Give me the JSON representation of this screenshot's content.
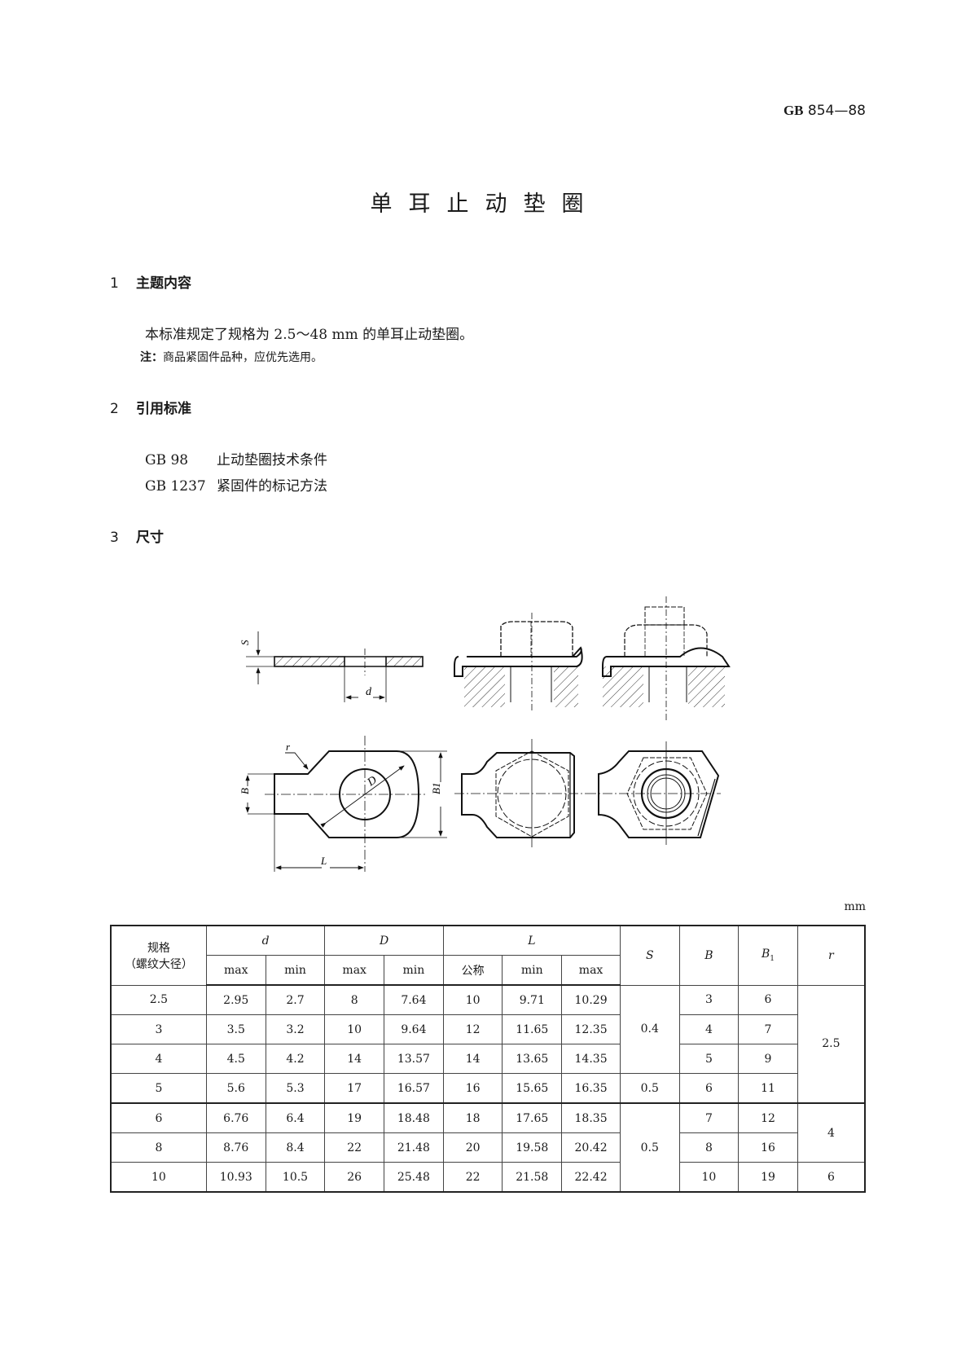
{
  "header": {
    "standard_prefix": "GB",
    "standard_number": "854—88"
  },
  "title": "单耳止动垫圈",
  "sections": [
    {
      "number": "1",
      "heading": "主题内容"
    },
    {
      "number": "2",
      "heading": "引用标准"
    },
    {
      "number": "3",
      "heading": "尺寸"
    }
  ],
  "scope": {
    "paragraph": "本标准规定了规格为 2.5～48 mm 的单耳止动垫圈。",
    "note_label": "注：",
    "note_text": "商品紧固件品种，应优先选用。"
  },
  "references": [
    {
      "code": "GB 98",
      "title": "止动垫圈技术条件"
    },
    {
      "code": "GB 1237",
      "title": "紧固件的标记方法"
    }
  ],
  "figure": {
    "labels": {
      "S": "S",
      "d": "d",
      "r": "r",
      "B": "B",
      "D": "D",
      "B1": "B1",
      "L": "L"
    }
  },
  "table": {
    "unit": "mm",
    "headers": {
      "spec_line1": "规格",
      "spec_line2": "（螺纹大径）",
      "d": "d",
      "D": "D",
      "L": "L",
      "S": "S",
      "B": "B",
      "B1_main": "B",
      "B1_sub": "1",
      "r": "r",
      "max": "max",
      "min": "min",
      "nominal": "公称"
    },
    "rows": [
      {
        "spec": "2.5",
        "d_max": "2.95",
        "d_min": "2.7",
        "D_max": "8",
        "D_min": "7.64",
        "L_nom": "10",
        "L_min": "9.71",
        "L_max": "10.29",
        "B": "3",
        "B1": "6"
      },
      {
        "spec": "3",
        "d_max": "3.5",
        "d_min": "3.2",
        "D_max": "10",
        "D_min": "9.64",
        "L_nom": "12",
        "L_min": "11.65",
        "L_max": "12.35",
        "B": "4",
        "B1": "7"
      },
      {
        "spec": "4",
        "d_max": "4.5",
        "d_min": "4.2",
        "D_max": "14",
        "D_min": "13.57",
        "L_nom": "14",
        "L_min": "13.65",
        "L_max": "14.35",
        "B": "5",
        "B1": "9"
      },
      {
        "spec": "5",
        "d_max": "5.6",
        "d_min": "5.3",
        "D_max": "17",
        "D_min": "16.57",
        "L_nom": "16",
        "L_min": "15.65",
        "L_max": "16.35",
        "B": "6",
        "B1": "11"
      },
      {
        "spec": "6",
        "d_max": "6.76",
        "d_min": "6.4",
        "D_max": "19",
        "D_min": "18.48",
        "L_nom": "18",
        "L_min": "17.65",
        "L_max": "18.35",
        "B": "7",
        "B1": "12"
      },
      {
        "spec": "8",
        "d_max": "8.76",
        "d_min": "8.4",
        "D_max": "22",
        "D_min": "21.48",
        "L_nom": "20",
        "L_min": "19.58",
        "L_max": "20.42",
        "B": "8",
        "B1": "16"
      },
      {
        "spec": "10",
        "d_max": "10.93",
        "d_min": "10.5",
        "D_max": "26",
        "D_min": "25.48",
        "L_nom": "22",
        "L_min": "21.58",
        "L_max": "22.42",
        "B": "10",
        "B1": "19"
      }
    ],
    "merged": {
      "S_rows_1_3": "0.4",
      "S_row_4": "0.5",
      "S_rows_5_7": "0.5",
      "r_rows_1_4": "2.5",
      "r_rows_5_6": "4",
      "r_row_7": "6"
    }
  }
}
